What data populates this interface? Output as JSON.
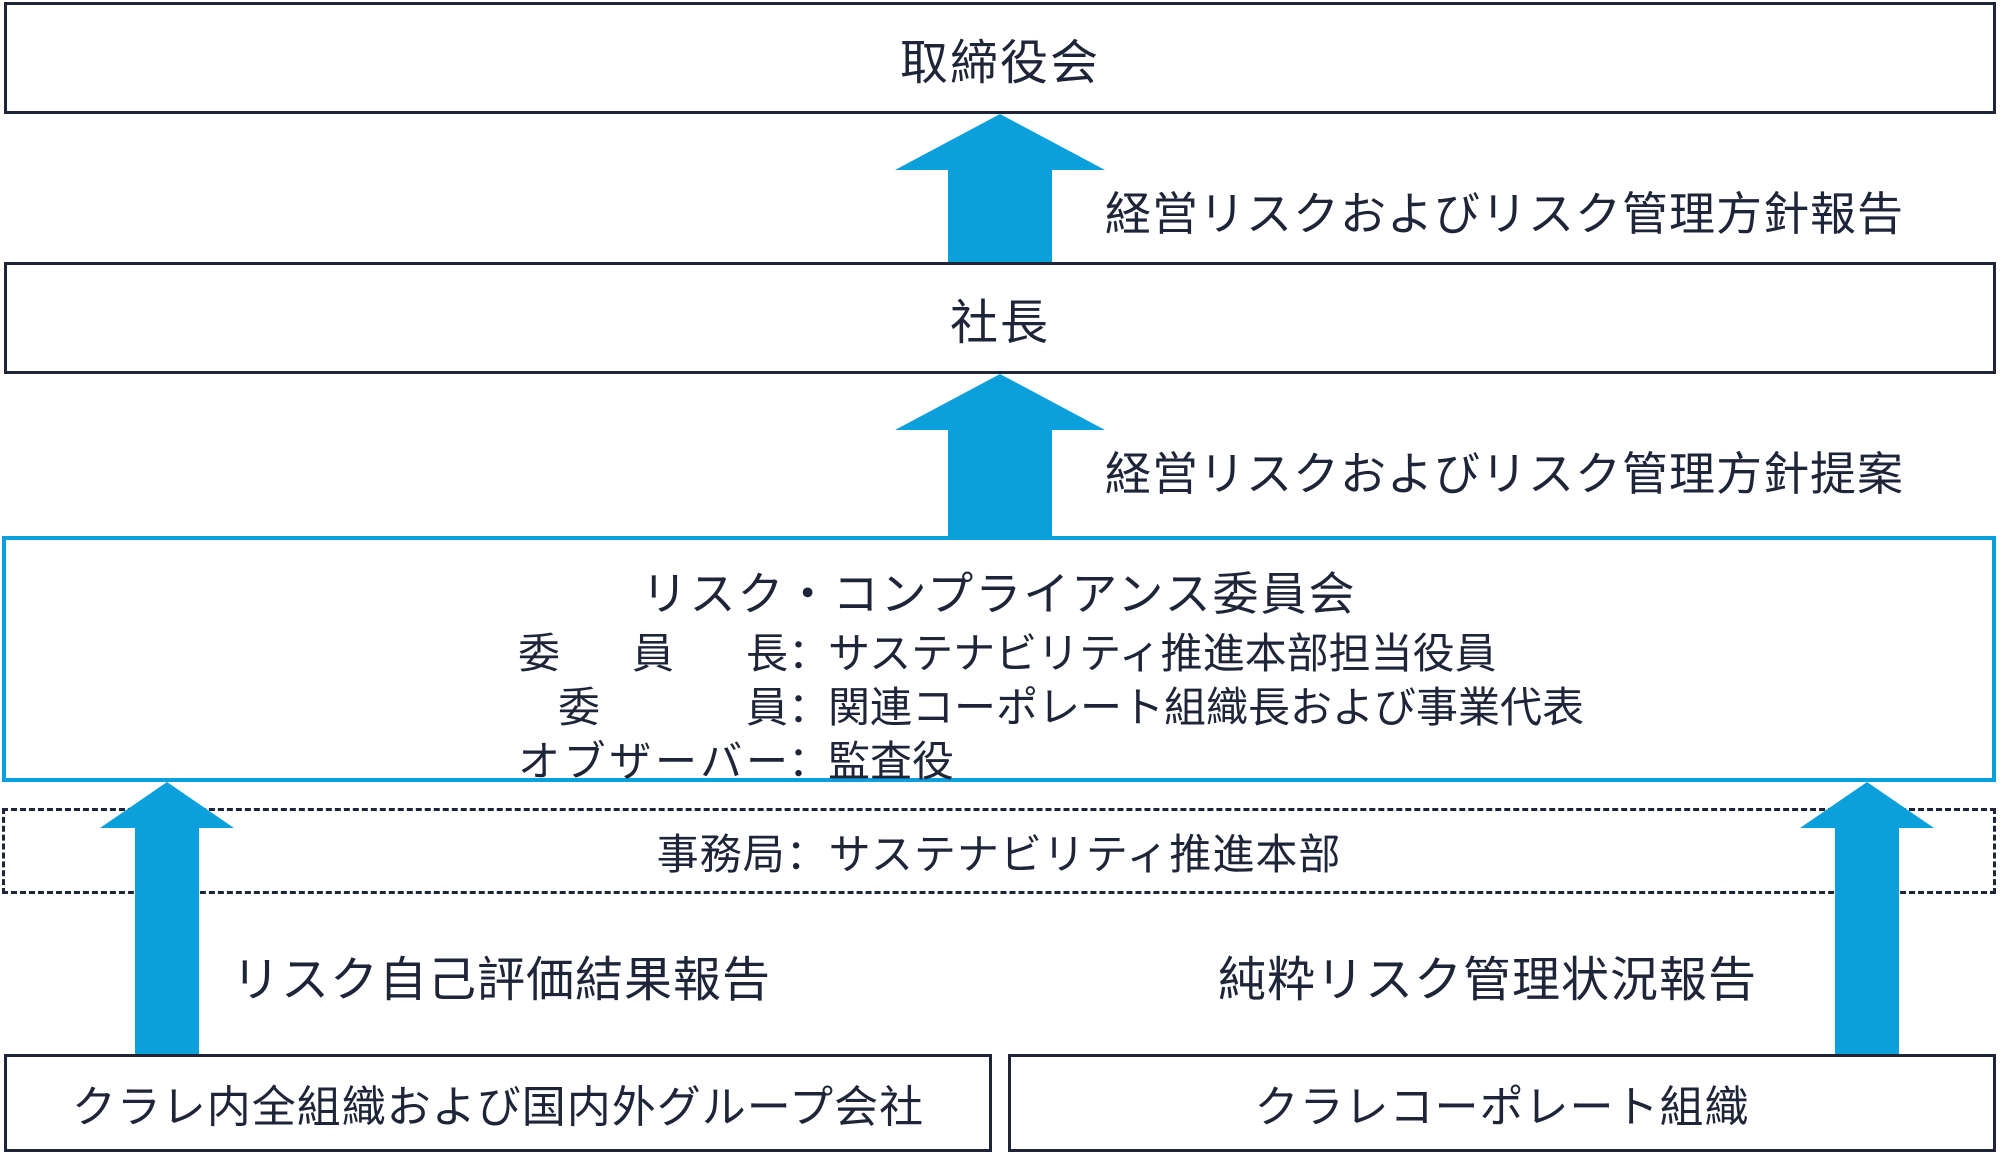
{
  "board": "取締役会",
  "president": "社長",
  "report_to_board": "経営リスクおよびリスク管理方針報告",
  "proposal_to_president": "経営リスクおよびリスク管理方針提案",
  "committee": {
    "title": "リスク・コンプライアンス委員会",
    "members": [
      {
        "role": "委 員 長",
        "colon": "：",
        "value": "サステナビリティ推進本部担当役員"
      },
      {
        "role": "委 員",
        "colon": "：",
        "value": "関連コーポレート組織長および事業代表"
      },
      {
        "role": "オブザーバー",
        "colon": "：",
        "value": "監査役"
      }
    ]
  },
  "secretariat": "事務局：サステナビリティ推進本部",
  "left_report": "リスク自己評価結果報告",
  "right_report": "純粋リスク管理状況報告",
  "left_bottom": "クラレ内全組織および国内外グループ会社",
  "right_bottom": "クラレコーポレート組織",
  "colors": {
    "arrow": "#0ba0dc",
    "border": "#1f2538",
    "committee_border": "#0ba0dc"
  }
}
